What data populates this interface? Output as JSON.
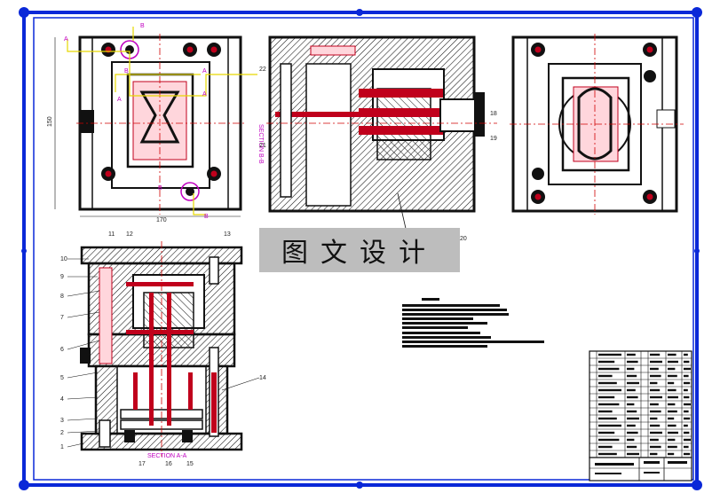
{
  "watermark": {
    "text": "图文设计"
  },
  "section_labels": {
    "aa": "SECTION A-A",
    "bb": "SECTION B-B"
  },
  "cut_markers": {
    "a": "A",
    "b": "B"
  },
  "part_numbers": {
    "left_column": [
      "10",
      "9",
      "8",
      "7",
      "6",
      "5",
      "4",
      "3",
      "2",
      "1"
    ],
    "top": [
      "11",
      "12",
      "13"
    ],
    "bottom": [
      "17",
      "16",
      "15"
    ],
    "right": [
      "14"
    ],
    "section_bb": [
      "22",
      "21",
      "18",
      "19"
    ],
    "leader": "20"
  },
  "dims": {
    "plan_width": "170",
    "plan_height": "150"
  },
  "colors": {
    "frame": "#0a28d8",
    "line": "#111111",
    "part": "#c0001c",
    "part_fill": "#ffd6dc",
    "section": "#d00000",
    "magenta": "#c000c0",
    "yellow": "#e6d800",
    "watermark_bg": "#bdbdbd"
  }
}
